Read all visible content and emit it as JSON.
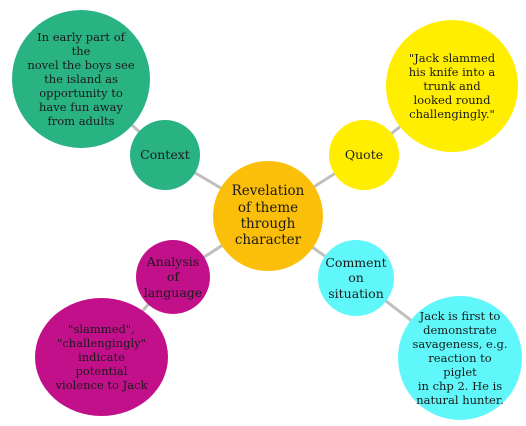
{
  "colors": {
    "center": "#fbbf0a",
    "context": "#2ab382",
    "quote": "#ffee00",
    "analysis": "#c2108a",
    "comment": "#5ff7fa",
    "connector": "#bfbfbf"
  },
  "center": {
    "lines": [
      "Revelation",
      "of theme",
      "through",
      "character"
    ]
  },
  "context": {
    "label": "Context",
    "detail_lines": [
      "In early part of the",
      "novel the boys see",
      "the island as",
      "opportunity to",
      "have fun away",
      "from adults"
    ]
  },
  "quote": {
    "label": "Quote",
    "detail_lines": [
      "\"Jack slammed",
      "his knife into a",
      "trunk and",
      "looked round",
      "challengingly.\""
    ]
  },
  "analysis": {
    "lines": [
      "Analysis",
      "of",
      "language"
    ],
    "detail_lines": [
      "\"slammed\",",
      "\"challengingly\"",
      "indicate",
      "potential",
      "violence to Jack"
    ]
  },
  "comment": {
    "lines": [
      "Comment",
      "on",
      "situation"
    ],
    "detail_lines": [
      "Jack is first to",
      "demonstrate",
      "savageness, e.g.",
      "reaction to piglet",
      "in chp 2. He is",
      "natural hunter."
    ]
  }
}
